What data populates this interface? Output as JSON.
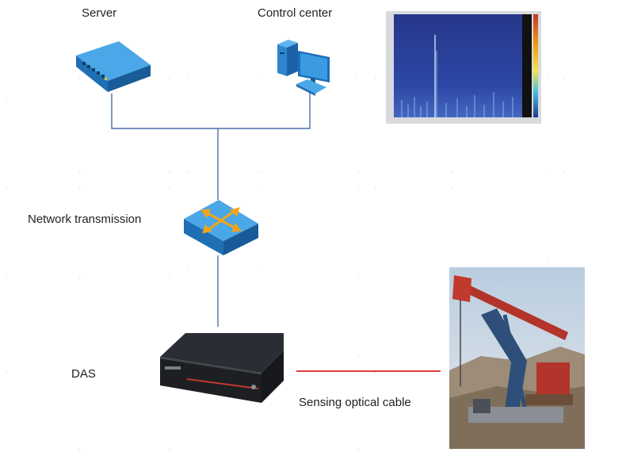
{
  "labels": {
    "server": "Server",
    "control_center": "Control center",
    "network": "Network transmission",
    "das": "DAS",
    "cable": "Sensing optical cable"
  },
  "colors": {
    "connector_line": "#4a6fa5",
    "optical_cable": "#e23b3b",
    "device_blue": "#2f7fc8",
    "switch_arrows": "#f2a51a"
  },
  "icons": {
    "server": "server-icon",
    "control_center": "computer-icon",
    "network": "network-switch-icon",
    "das": "das-rack-unit-icon",
    "spectrogram": "spectrogram-image",
    "pumpjack": "oil-pumpjack-photo"
  }
}
